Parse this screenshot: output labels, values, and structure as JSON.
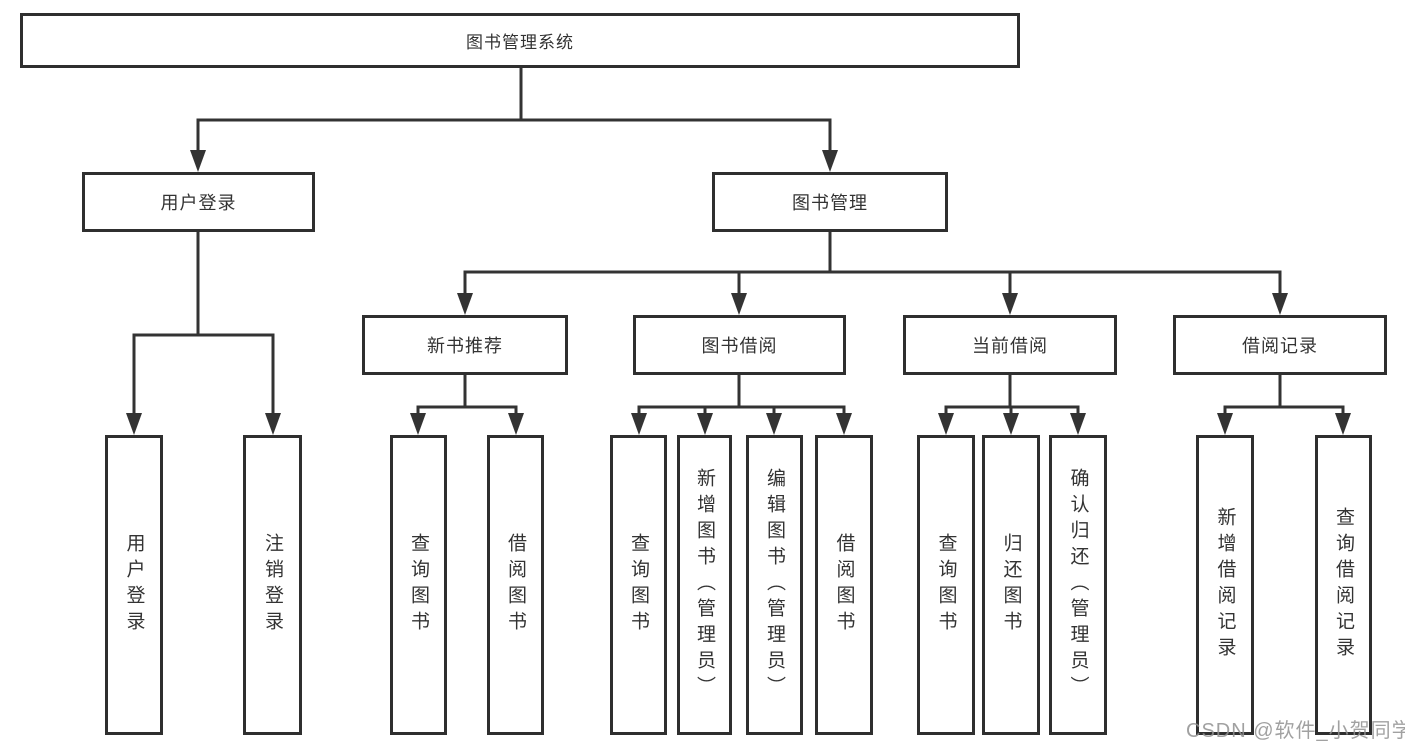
{
  "diagram": {
    "root": "图书管理系统",
    "level2": [
      {
        "label": "用户登录"
      },
      {
        "label": "图书管理"
      }
    ],
    "level3": [
      {
        "label": "新书推荐"
      },
      {
        "label": "图书借阅"
      },
      {
        "label": "当前借阅"
      },
      {
        "label": "借阅记录"
      }
    ],
    "leaves": {
      "user_login": [
        "用户登录",
        "注销登录"
      ],
      "new_books": [
        "查询图书",
        "借阅图书"
      ],
      "book_borrow": [
        "查询图书",
        "新增图书（管理员）",
        "编辑图书（管理员）",
        "借阅图书"
      ],
      "current_borrow": [
        "查询图书",
        "归还图书",
        "确认归还（管理员）"
      ],
      "borrow_records": [
        "新增借阅记录",
        "查询借阅记录"
      ]
    }
  },
  "watermark": "CSDN @软件_小贺同学",
  "colors": {
    "line": "#333333",
    "border": "#2f2f2f",
    "text": "#333333",
    "watermark": "#919191",
    "background": "#ffffff"
  }
}
